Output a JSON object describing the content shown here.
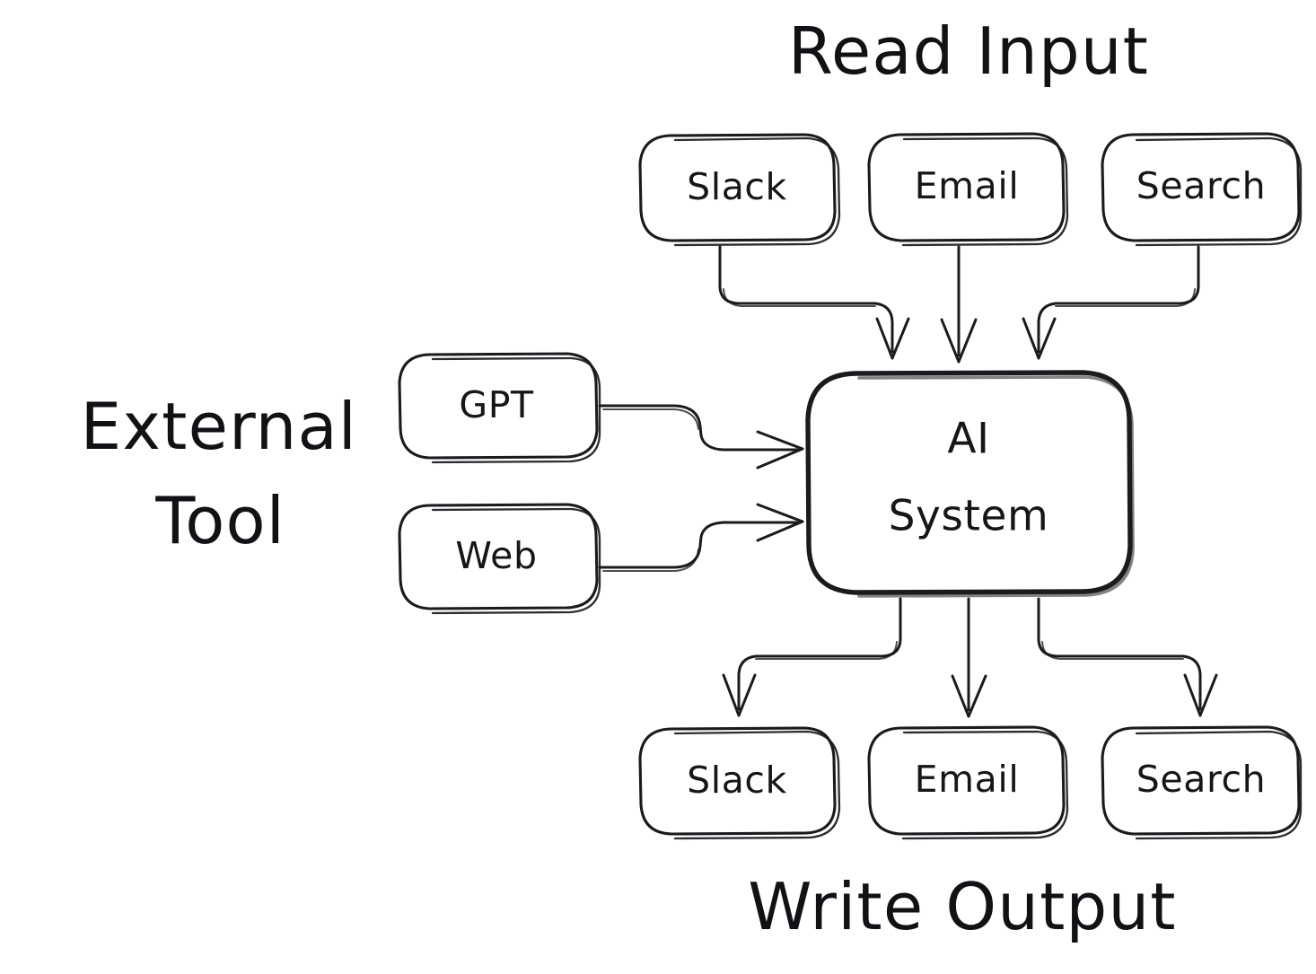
{
  "diagram": {
    "title_read_input": "Read Input",
    "title_write_output": "Write Output",
    "title_external_tool_line1": "External",
    "title_external_tool_line2": "Tool",
    "central_node": {
      "label_line1": "AI",
      "label_line2": "System"
    },
    "input_nodes": [
      {
        "label": "Slack"
      },
      {
        "label": "Email"
      },
      {
        "label": "Search"
      }
    ],
    "external_tool_nodes": [
      {
        "label": "GPT"
      },
      {
        "label": "Web"
      }
    ],
    "output_nodes": [
      {
        "label": "Slack"
      },
      {
        "label": "Email"
      },
      {
        "label": "Search"
      }
    ],
    "colors": {
      "stroke": "#1b1b1f",
      "text": "#16161a",
      "background": "#ffffff"
    }
  }
}
